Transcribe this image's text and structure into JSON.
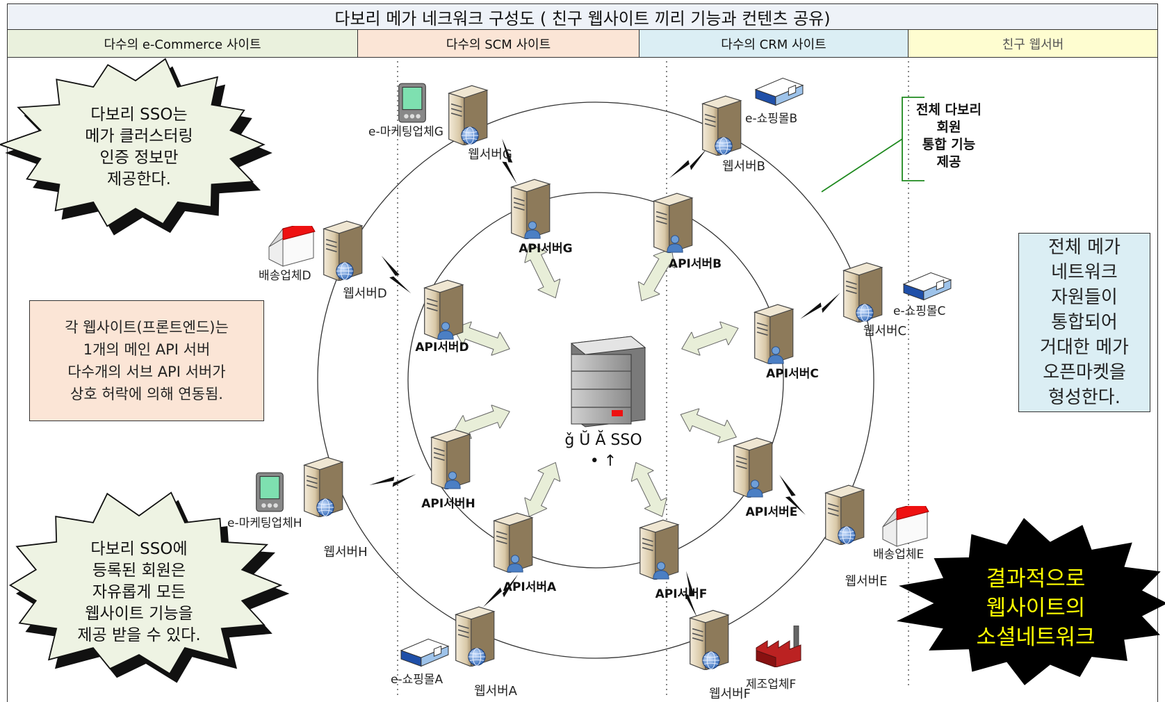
{
  "title": "다보리 메가 네크워크 구성도 ( 친구 웹사이트 끼리 기능과 컨텐츠 공유)",
  "columns": [
    {
      "label": "다수의 e-Commerce 사이트",
      "color": "#eaf1dd"
    },
    {
      "label": "다수의 SCM 사이트",
      "color": "#fbe5d6"
    },
    {
      "label": "다수의 CRM 사이트",
      "color": "#dbeef4"
    },
    {
      "label": "친구 웹서버",
      "color": "#fefdd0"
    }
  ],
  "colors": {
    "burst_fill": "#eef3e3",
    "burst_dark": "#000000",
    "burst_dark_text": "#ffff00",
    "arrow_fill": "#e8eed8",
    "note_left_fill": "#fbe5d6",
    "note_right_fill": "#dbeef4",
    "bracket": "#1f8a1f"
  },
  "bursts": {
    "sso_info": "다보리 SSO는\n메가 클러스터링\n인증 정보만\n제공한다.",
    "sso_members": "다보리 SSO에\n등록된 회원은\n자유롭게 모든\n웹사이트 기능을\n제공 받을 수 있다.",
    "result": "결과적으로\n웹사이트의\n소셜네트워크"
  },
  "notes": {
    "frontend": "각 웹사이트(프론트엔드)는\n1개의 메인 API 서버\n다수개의 서브 API 서버가\n상호 허락에 의해 연동됨.",
    "mega": "전체 메가\n네트워크\n자원들이\n통합되어\n거대한 메가\n오픈마켓을\n형성한다.",
    "bracket": "전체 다보리\n회원\n통합 기능\n제공"
  },
  "center": {
    "line1": "ǧ Ŭ Ă  SSO",
    "line2": "•  ↑"
  },
  "api_servers": [
    "API서버G",
    "API서버B",
    "API서버D",
    "API서버C",
    "API서버H",
    "API서버E",
    "API서버A",
    "API서버F"
  ],
  "web_servers": [
    "웹서버G",
    "웹서버B",
    "웹서버D",
    "웹서버C",
    "웹서버H",
    "웹서버E",
    "웹서버A",
    "웹서버F"
  ],
  "partners": {
    "marketingG": "e-마케팅업체G",
    "mallB": "e-쇼핑몰B",
    "shipD": "배송업체D",
    "mallC": "e-쇼핑몰C",
    "marketingH": "e-마케팅업체H",
    "shipE": "배송업체E",
    "mallA": "e-쇼핑몰A",
    "factoryF": "제조업체F"
  }
}
